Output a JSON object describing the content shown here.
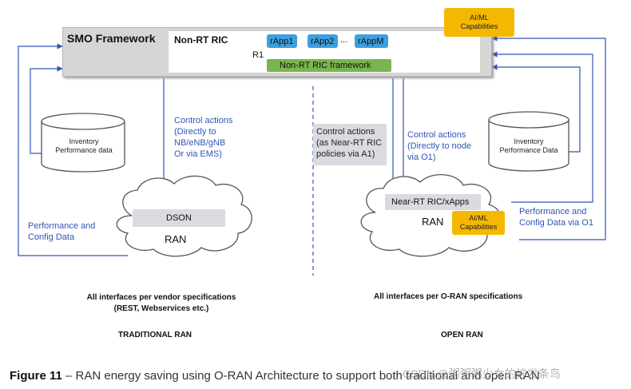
{
  "smo": {
    "title": "SMO Framework"
  },
  "non_rt_ric": {
    "title": "Non-RT RIC",
    "r1_label": "R1",
    "rapps": [
      "rApp1",
      "rApp2",
      "rAppM"
    ],
    "ellipsis": "...",
    "framework_label": "Non-RT RIC framework"
  },
  "ai_ml_top": "AI/ML\nCapabilities",
  "ai_ml_ran": "AI/ML\nCapabilities",
  "left": {
    "db_label": "Inventory\nPerformance data",
    "control_text": "Control actions\n(Directly to\nNB/eNB/gNB\nOr via EMS)",
    "perf_text": "Performance and\nConfig Data",
    "dson_label": "DSON",
    "ran_label": "RAN",
    "interfaces_text": "All interfaces per vendor specifications\n(REST, Webservices etc.)",
    "section_title": "TRADITIONAL RAN"
  },
  "right": {
    "control_near_rt": "Control actions\n(as Near-RT RIC\npolicies via A1)",
    "control_o1": "Control actions\n(Directly to node\nvia O1)",
    "db_label": "Inventory\nPerformance Data",
    "near_rt_label": "Near-RT RIC/xApps",
    "ran_label": "RAN",
    "perf_text": "Performance and\nConfig Data via O1",
    "interfaces_text": "All interfaces per O-RAN specifications",
    "section_title": "OPEN RAN"
  },
  "caption": {
    "label": "Figure 11",
    "text": " – RAN energy saving using O-RAN Architecture to support both traditional and open RAN"
  },
  "watermark": "CSDN @粥粥粥少女的拧发条鸟",
  "colors": {
    "blue": "#2f55b8",
    "rapp_blue": "#3d9fe0",
    "framework_green": "#79b54e",
    "ai_ml_yellow": "#f5b800",
    "smo_gray": "#d6d6d6",
    "dson_gray": "#d9dbe0"
  }
}
